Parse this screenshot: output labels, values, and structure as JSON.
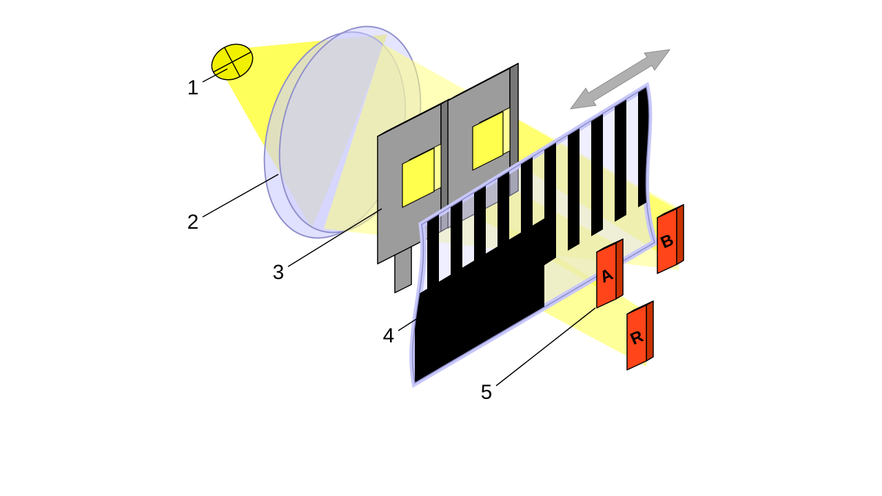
{
  "figure": {
    "callouts": {
      "c1": "1",
      "c2": "2",
      "c3": "3",
      "c4": "4",
      "c5": "5"
    },
    "detectors": {
      "a": "A",
      "b": "B",
      "r": "R"
    },
    "colors": {
      "bulb": "#F0F000",
      "light_cone": "#FFFF33",
      "beam": "#FFFF80",
      "hole_front": "#FFFF4D",
      "hole_back": "#FFFF99",
      "lens": "#CCCCFF",
      "strip_film": "#DCDCFF",
      "strip_edge": "#C8C8FA",
      "mask_front": "#9C9C9C",
      "mask_top": "#C2C2C2",
      "mask_side": "#787878",
      "stripe": "#000000",
      "detector_front": "#FF4519",
      "detector_top": "#FF7A4D",
      "detector_side": "#C83200",
      "arrow": "#B0B0B0"
    }
  }
}
